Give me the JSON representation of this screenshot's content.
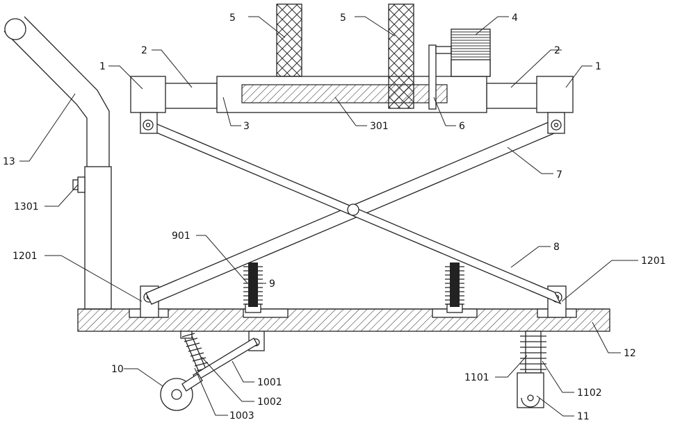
{
  "labels": {
    "frame_block": "1",
    "slide_rod": "2",
    "slider_box": "3",
    "slot": "301",
    "motor": "4",
    "clamp_post": "5",
    "link_arm": "6",
    "scissor_arm_front": "7",
    "scissor_arm_back": "8",
    "spring_seat": "9",
    "spring_coil": "901",
    "wheel_front": "10",
    "wheel_support_rod": "1001",
    "wheel_spring": "1002",
    "wheel_spring_seat": "1003",
    "wheel_back": "11",
    "wheel_spring_rear": "1101",
    "wheel_guide_rear": "1102",
    "base_plate": "12",
    "base_hinge": "1201",
    "handle": "13",
    "handle_knob": "1301"
  }
}
